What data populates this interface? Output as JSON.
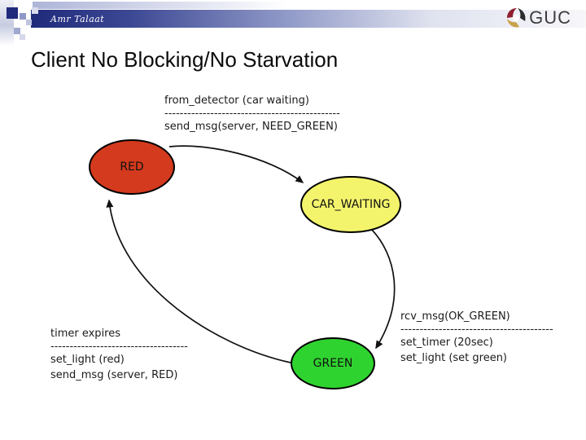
{
  "header": {
    "author": "Amr Talaat",
    "logo_text": "GUC",
    "bar_color": "#1f2a7b"
  },
  "title": "Client No Blocking/No Starvation",
  "diagram": {
    "states": [
      {
        "id": "red",
        "label": "RED",
        "fill": "#d43a1d"
      },
      {
        "id": "car_waiting",
        "label": "CAR_WAITING",
        "fill": "#f4f46c"
      },
      {
        "id": "green",
        "label": "GREEN",
        "fill": "#2fd32f"
      }
    ],
    "annotations": {
      "red_to_car_waiting": {
        "line1": "from_detector (car waiting)",
        "dashes": "----------------------------------------------",
        "line2": "send_msg(server, NEED_GREEN)"
      },
      "green_to_red": {
        "line1": "timer expires",
        "dashes": "------------------------------------",
        "line2": "set_light (red)",
        "line3": "send_msg (server, RED)"
      },
      "car_waiting_to_green": {
        "line1": "rcv_msg(OK_GREEN)",
        "dashes": "----------------------------------------",
        "line2": "set_timer (20sec)",
        "line3": "set_light (set green)"
      }
    }
  }
}
